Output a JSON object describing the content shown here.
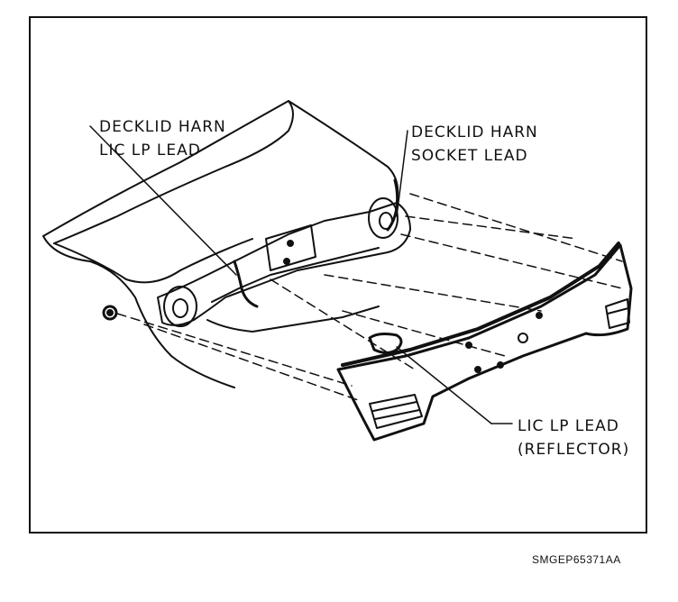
{
  "diagram": {
    "callouts": [
      {
        "id": "decklid-harn-lic-lp",
        "lines": [
          "DECKLID HARN",
          "LIC LP LEAD"
        ]
      },
      {
        "id": "decklid-harn-socket",
        "lines": [
          "DECKLID HARN",
          "SOCKET LEAD"
        ]
      },
      {
        "id": "lic-lp-lead-reflector",
        "lines": [
          "LIC LP LEAD",
          "(REFLECTOR)"
        ]
      }
    ],
    "reference_code": "SMGEP65371AA"
  }
}
